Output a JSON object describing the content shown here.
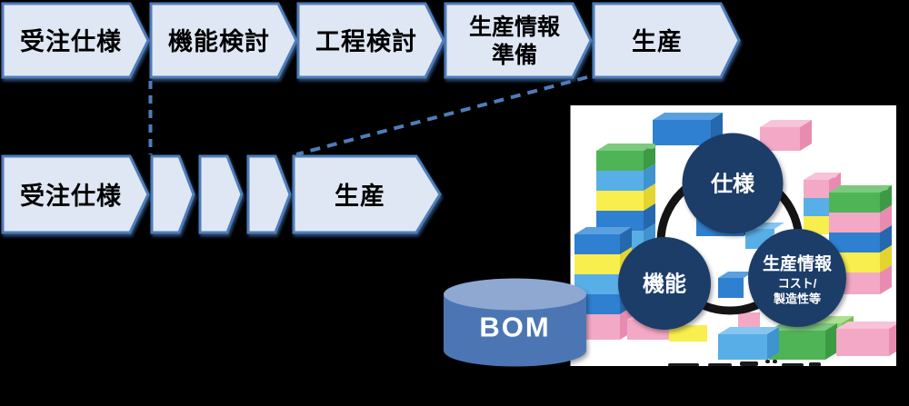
{
  "flow_top": {
    "steps": [
      {
        "label": "受注仕様"
      },
      {
        "label": "機能検討"
      },
      {
        "label": "工程検討"
      },
      {
        "line1": "生産情報",
        "line2": "準備"
      },
      {
        "label": "生産"
      }
    ]
  },
  "flow_bottom": {
    "first_label": "受注仕様",
    "last_label": "生産",
    "collapsed_steps": 3
  },
  "bom": {
    "label": "BOM"
  },
  "modules": {
    "spec": "仕様",
    "func": "機能",
    "prod": "生産情報",
    "prod_sub1": "コスト/",
    "prod_sub2": "製造性等"
  },
  "colors": {
    "background": "#000000",
    "chevron_fill": "#dee7f3",
    "chevron_border": "#4f7cba",
    "dashed_connector": "#4f7cba",
    "cylinder_body": "#4b76b3",
    "cylinder_top": "#8ea8d2",
    "panel_background": "#ffffff",
    "module_circle": "#1f3c68",
    "module_ring": "#141414",
    "brick_palette": [
      "#2f80d0",
      "#58aee6",
      "#f8ee4e",
      "#4fb455",
      "#8ed36e",
      "#f3a8c6"
    ]
  }
}
